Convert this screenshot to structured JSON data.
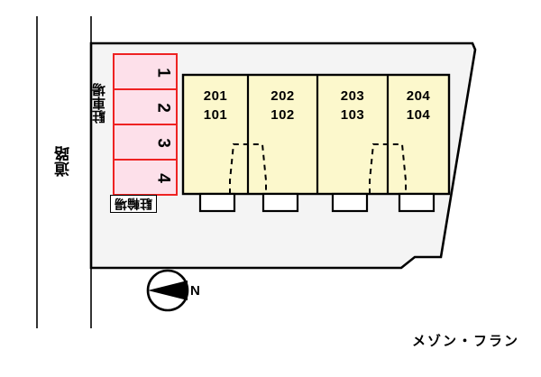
{
  "plan": {
    "building_name": "メゾン・フラン",
    "road_label": "道路",
    "parking_label": "駐車場",
    "bicycle_parking_label": "駐輪場",
    "compass_label": "N",
    "colors": {
      "site_fill": "#F4F4F4",
      "site_stroke": "#000000",
      "building_fill": "#FCF8CC",
      "building_stroke": "#000000",
      "parking_fill": "#FDE0EA",
      "parking_stroke": "#EE2222",
      "entrance_fill": "#FFFFFF",
      "road_stroke": "#000000",
      "text": "#000000"
    },
    "parking_stalls": [
      {
        "label": "1"
      },
      {
        "label": "2"
      },
      {
        "label": "3"
      },
      {
        "label": "4"
      }
    ],
    "units": [
      {
        "upper": "201",
        "lower": "101"
      },
      {
        "upper": "202",
        "lower": "102"
      },
      {
        "upper": "203",
        "lower": "103"
      },
      {
        "upper": "204",
        "lower": "104"
      }
    ]
  }
}
